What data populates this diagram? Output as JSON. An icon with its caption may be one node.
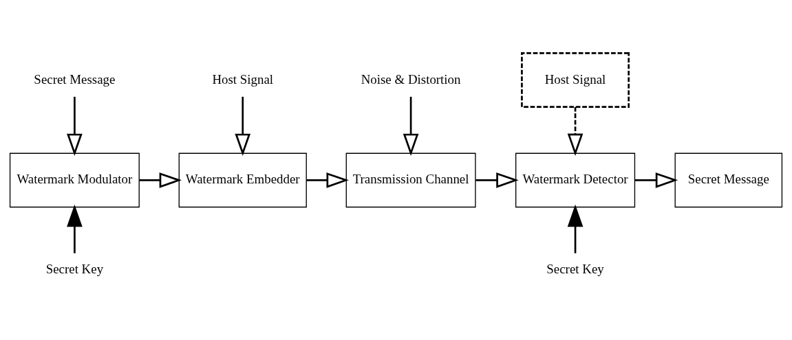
{
  "diagram": {
    "nodes": [
      {
        "text": [
          "Secret Message"
        ]
      },
      {
        "text": [
          "Host Signal"
        ]
      },
      {
        "text": [
          "Noise & Distortion"
        ]
      },
      {
        "text": [
          "Host Signal"
        ]
      },
      {
        "text": [
          "Watermark Modulator"
        ]
      },
      {
        "text": [
          "Watermark Embedder"
        ]
      },
      {
        "text": [
          "Transmission Channel"
        ]
      },
      {
        "text": [
          "Watermark Detector"
        ]
      },
      {
        "text": [
          "Secret Message"
        ]
      },
      {
        "text": [
          "Secret Key"
        ]
      },
      {
        "text": [
          "Secret Key"
        ]
      }
    ],
    "edges": [
      {
        "from": 0,
        "to": 4,
        "arrow": "to"
      },
      {
        "from": 1,
        "to": 5,
        "arrow": "to"
      },
      {
        "from": 2,
        "to": 6,
        "arrow": "to"
      },
      {
        "from": 3,
        "to": 7,
        "arrow": "to",
        "style": "dashed"
      },
      {
        "from": 9,
        "to": 4,
        "arrow": "to"
      },
      {
        "from": 10,
        "to": 7,
        "arrow": "to"
      },
      {
        "from": 4,
        "to": 5,
        "arrow": "to"
      },
      {
        "from": 5,
        "to": 6,
        "arrow": "to"
      },
      {
        "from": 6,
        "to": 7,
        "arrow": "to"
      },
      {
        "from": 7,
        "to": 8,
        "arrow": "to"
      }
    ]
  }
}
